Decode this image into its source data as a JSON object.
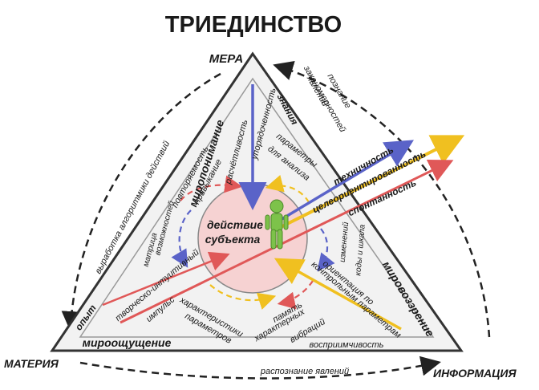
{
  "title": "ТРИЕДИНСТВО",
  "corners": {
    "top": "МЕРА",
    "left": "МАТЕРИЯ",
    "right": "ИНФОРМАЦИЯ"
  },
  "sides": {
    "left": "миропонимание",
    "right": "мировоззрение",
    "bottom": "мироощущение"
  },
  "outer": {
    "left_arc": "выработка алгоритмики действий",
    "right_arc_1": "познание",
    "right_arc_2": "закономерностей",
    "right_arc_3": "явлений",
    "bottom_arc": "распознание явлений"
  },
  "center": {
    "line1": "действие",
    "line2": "субъекта"
  },
  "inner": {
    "left_top_1": "повторяемость",
    "left_top_2": "привыкание",
    "top_1": "расчётливость",
    "top_2": "упорядоченность",
    "znaniya": "знания",
    "params_1": "параметры",
    "params_2": "для анализа",
    "matrix_1": "матрица",
    "matrix_2": "возможностей",
    "tvorch_1": "творческо-интуитивный",
    "tvorch_2": "импульс",
    "opyt": "опыт",
    "char_1": "характеристики",
    "char_2": "параметров",
    "mem_1": "память",
    "mem_2": "характерных",
    "mem_3": "вибраций",
    "vospr": "восприимчивость",
    "orient_1": "ориентация по",
    "orient_2": "контрольным параметрам",
    "kody_1": "коды и шкала",
    "kody_2": "изменений",
    "arrow_blue": "техничность",
    "arrow_yellow": "целеориентированность",
    "arrow_red": "спонтанность"
  },
  "colors": {
    "circle_fill": "#f6d2d2",
    "triangle_fill": "#f2f2f2",
    "figure": "#7dc24a",
    "arrow_blue": "#5a63c8",
    "arrow_yellow": "#f0c020",
    "arrow_red": "#e05858"
  }
}
